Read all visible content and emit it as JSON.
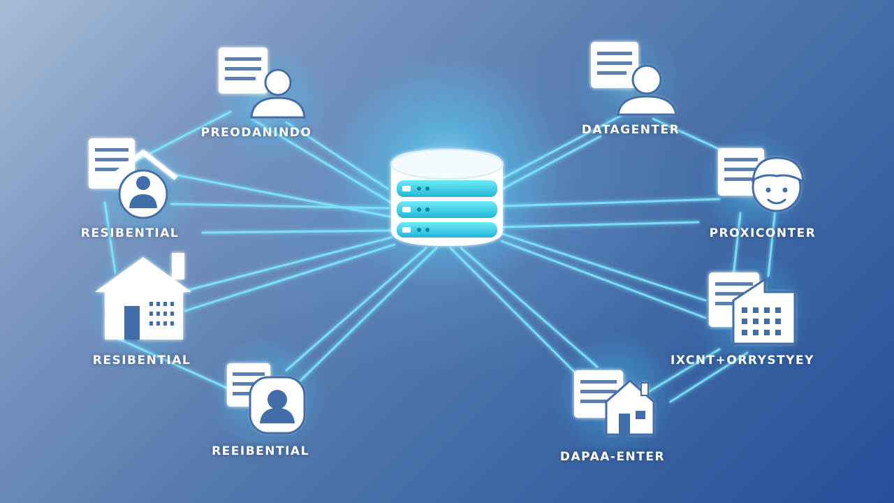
{
  "colors": {
    "link": "#7fe8ff",
    "glow": "#4fd6ff",
    "icon": "#ffffff",
    "server_band": "#39d3ea"
  },
  "hub": {
    "name": "database-server",
    "icon": "database-icon"
  },
  "nodes": [
    {
      "id": "top-left",
      "label": "PREODANINDO",
      "icon": "document-person-icon"
    },
    {
      "id": "left-upper",
      "label": "RESIBENTIAL",
      "icon": "document-home-person-icon"
    },
    {
      "id": "left-mid",
      "label": "RESIBENTIAL",
      "icon": "house-icon"
    },
    {
      "id": "bottom-left",
      "label": "REEIBENTIAL",
      "icon": "document-person-icon"
    },
    {
      "id": "top-right",
      "label": "DATAGENTER",
      "icon": "document-person-icon"
    },
    {
      "id": "right-upper",
      "label": "PROXICONTER",
      "icon": "document-face-icon"
    },
    {
      "id": "right-mid",
      "label": "IXCNT+ORRYSTYEY",
      "icon": "document-building-icon"
    },
    {
      "id": "bottom-right",
      "label": "DAPAA-ENTER",
      "icon": "document-house-icon"
    }
  ]
}
